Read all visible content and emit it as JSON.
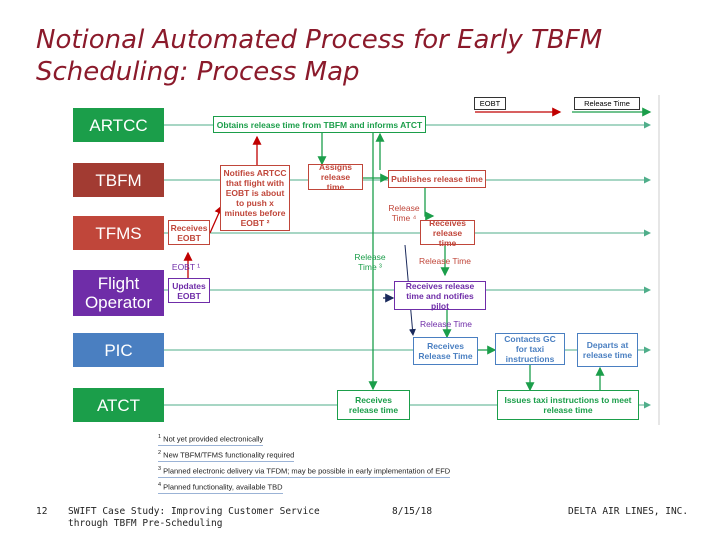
{
  "title": "Notional Automated Process for Early TBFM Scheduling: Process Map",
  "legend_header": {
    "eobt": "EOBT",
    "release_time": "Release Time"
  },
  "colors": {
    "eobt": "#c00000",
    "release_time": "#1b9e4a",
    "lane_line": "#6ec2a4",
    "artcc": "#1b9e4a",
    "tbfm": "#a23b32",
    "tfms": "#c0463a",
    "flight_operator": "#6f2da8",
    "pic": "#4a7fc1",
    "atct": "#1b9e4a"
  },
  "lanes": [
    {
      "id": "artcc",
      "label": "ARTCC"
    },
    {
      "id": "tbfm",
      "label": "TBFM"
    },
    {
      "id": "tfms",
      "label": "TFMS"
    },
    {
      "id": "flight_operator",
      "label": "Flight Operator"
    },
    {
      "id": "pic",
      "label": "PIC"
    },
    {
      "id": "atct",
      "label": "ATCT"
    }
  ],
  "boxes": {
    "obtains": "Obtains release time from TBFM and informs ATCT",
    "notifies": "Notifies ARTCC that flight with EOBT is about to push x minutes before EOBT ²",
    "assigns": "Assigns release time",
    "publishes": "Publishes release time",
    "receives_eobt": "Receives EOBT",
    "receives_rt_tfms": "Receives release time",
    "updates_eobt": "Updates EOBT",
    "receives_notifies_pilot": "Receives release time and notifies pilot",
    "receives_rt_pic": "Receives Release Time",
    "contacts_gc": "Contacts GC for taxi instructions",
    "departs": "Departs at release time",
    "receives_rt_atct": "Receives release time",
    "issues_taxi": "Issues taxi instructions to meet release time"
  },
  "arrow_labels": {
    "release_time_4": "Release Time ⁴",
    "release_time_3": "Release Time ³",
    "release_time_tfms": "Release Time",
    "eobt_1": "EOBT ¹",
    "release_time_fo": "Release Time"
  },
  "footnotes": [
    {
      "mark": "1",
      "text": "Not yet provided electronically"
    },
    {
      "mark": "2",
      "text": "New TBFM/TFMS functionality required"
    },
    {
      "mark": "3",
      "text": "Planned electronic delivery via TFDM; may be possible in early implementation of EFD"
    },
    {
      "mark": "4",
      "text": "Planned functionality, available TBD"
    }
  ],
  "footer": {
    "page": "12",
    "case_study": "SWIFT Case Study: Improving Customer Service through TBFM Pre-Scheduling",
    "date": "8/15/18",
    "company": "DELTA AIR LINES, INC."
  }
}
